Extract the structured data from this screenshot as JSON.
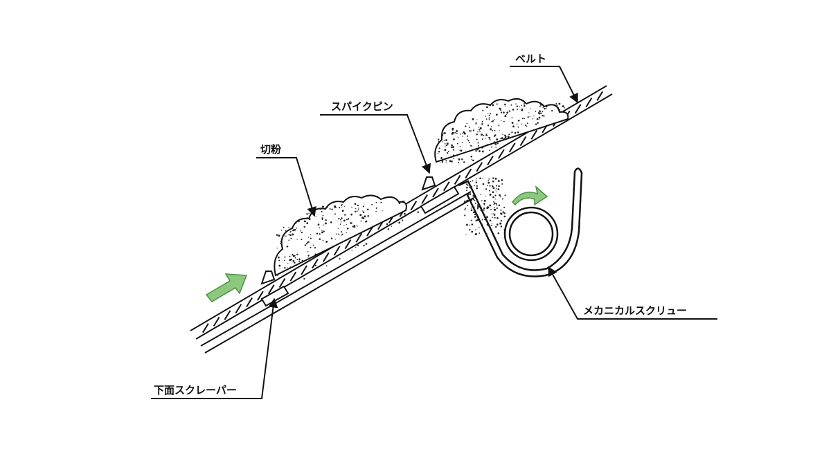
{
  "labels": {
    "belt": "ベルト",
    "spike_pin": "スパイクピン",
    "cut_powder": "切粉",
    "mechanical_screw": "メカニカルスクリュー",
    "bottom_scraper": "下面スクレーパー"
  },
  "colors": {
    "line": "#111111",
    "arrow_fill": "#8cc97f",
    "arrow_stroke": "#4f8f45",
    "background": "#ffffff"
  }
}
